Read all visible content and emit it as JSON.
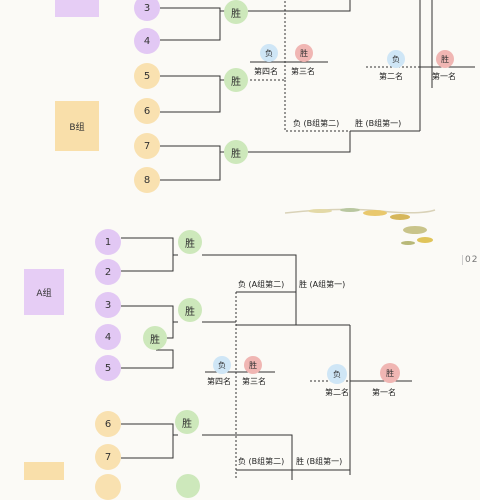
{
  "labels": {
    "win": "胜",
    "lose": "负",
    "fourth": "第四名",
    "third": "第三名",
    "second": "第二名",
    "first": "第一名",
    "lose_b2": "负 (B组第二)",
    "win_b1": "胜 (B组第一)",
    "lose_a2": "负 (A组第二)",
    "win_a1": "胜 (A组第一)",
    "group_a": "A组",
    "group_b": "B组",
    "page_number": "02"
  },
  "seeds": [
    "1",
    "2",
    "3",
    "4",
    "5",
    "6",
    "7",
    "8"
  ],
  "colors": {
    "group_a": "#e6cdf5",
    "group_b": "#f9dfaa",
    "win_node": "#cde8bb",
    "lose_node": "#cfe6f6",
    "win_red_node": "#f0b6b3",
    "line": "#333333"
  }
}
